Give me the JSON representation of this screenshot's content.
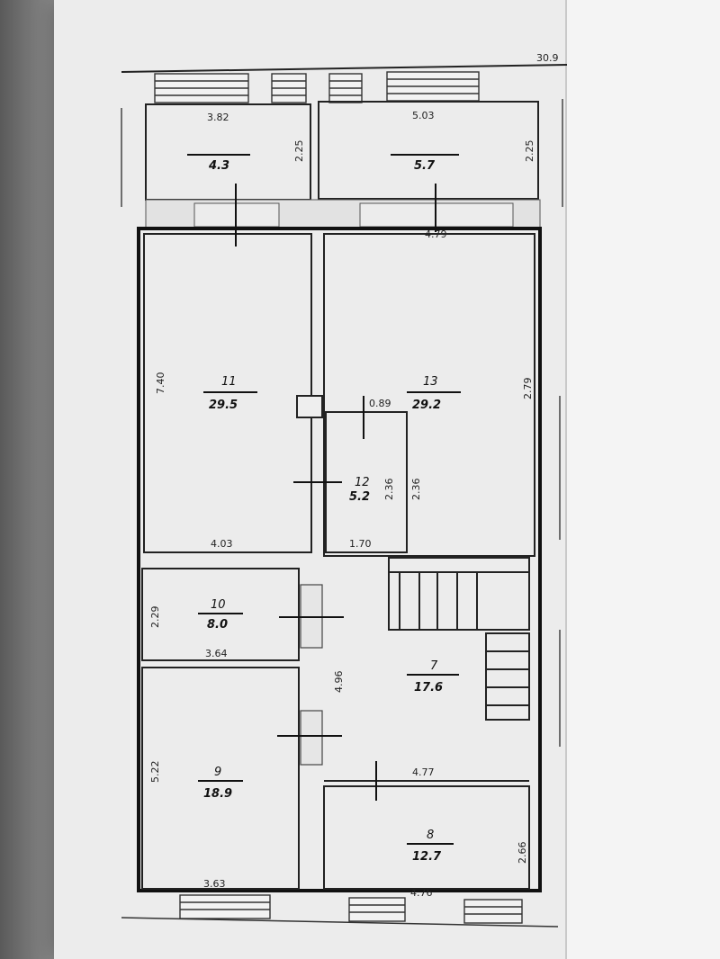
{
  "corner_label": "30.9",
  "rooms": [
    {
      "id": "r43",
      "number": "",
      "area": "4.3",
      "width": "3.82",
      "height": "2.25"
    },
    {
      "id": "r57",
      "number": "",
      "area": "5.7",
      "width": "5.03",
      "height": "2.25"
    },
    {
      "id": "r11",
      "number": "11",
      "area": "29.5",
      "width": "4.03",
      "height": "7.40"
    },
    {
      "id": "r13",
      "number": "13",
      "area": "29.2",
      "width": "4.79",
      "height": "2.79"
    },
    {
      "id": "r12",
      "number": "12",
      "area": "5.2",
      "width": "0.89",
      "height": "2.36"
    },
    {
      "id": "r10",
      "number": "10",
      "area": "8.0",
      "width": "3.64",
      "height": "2.29"
    },
    {
      "id": "r7",
      "number": "7",
      "area": "17.6",
      "width": "1.70",
      "height": "4.96"
    },
    {
      "id": "r9",
      "number": "9",
      "area": "18.9",
      "width": "3.63",
      "height": "5.22"
    },
    {
      "id": "r8",
      "number": "8",
      "area": "12.7",
      "width": "4.76",
      "height": "2.66"
    }
  ],
  "extra_dims": {
    "hall_width": "4.77",
    "room12_side": "2.36"
  }
}
